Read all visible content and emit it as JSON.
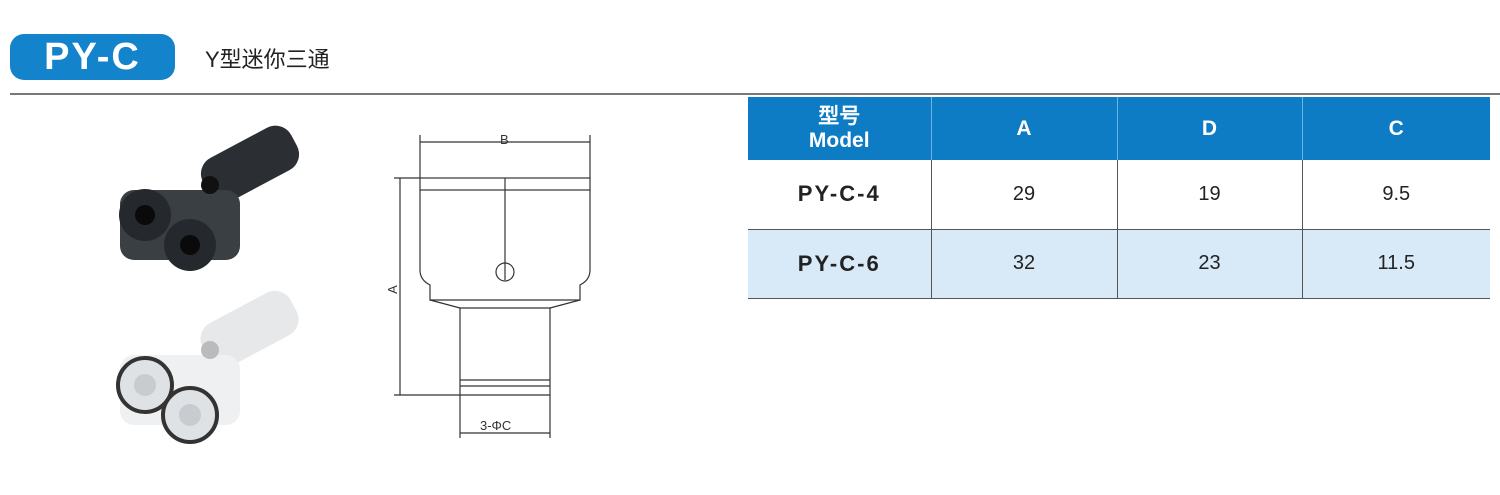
{
  "header": {
    "badge": "PY-C",
    "subtitle": "Y型迷你三通"
  },
  "drawing": {
    "label_b": "B",
    "label_a": "A",
    "label_c": "3-ΦC"
  },
  "table": {
    "headers": {
      "model_cn": "型号",
      "model_en": "Model",
      "a": "A",
      "d": "D",
      "c": "C"
    },
    "rows": [
      {
        "model": "PY-C-4",
        "a": "29",
        "d": "19",
        "c": "9.5"
      },
      {
        "model": "PY-C-6",
        "a": "32",
        "d": "23",
        "c": "11.5"
      }
    ]
  },
  "colors": {
    "accent": "#1383cc",
    "row_alt": "#d8eaf8"
  }
}
